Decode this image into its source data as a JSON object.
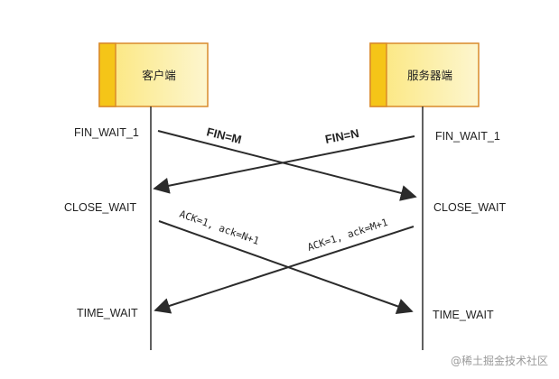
{
  "colors": {
    "box_fill_light": "#FCEFA8",
    "box_fill_strip": "#F5C518",
    "box_border": "#D98A2B",
    "line": "#2b2b2b",
    "watermark": "#9a9a9a"
  },
  "client": {
    "label": "客户端",
    "states": [
      "FIN_WAIT_1",
      "CLOSE_WAIT",
      "TIME_WAIT"
    ]
  },
  "server": {
    "label": "服务器端",
    "states": [
      "FIN_WAIT_1",
      "CLOSE_WAIT",
      "TIME_WAIT"
    ]
  },
  "messages": [
    {
      "label": "FIN=M",
      "from": "client",
      "to": "server"
    },
    {
      "label": "FIN=N",
      "from": "server",
      "to": "client"
    },
    {
      "label": "ACK=1, ack=N+1",
      "from": "client",
      "to": "server"
    },
    {
      "label": "ACK=1, ack=M+1",
      "from": "server",
      "to": "client"
    }
  ],
  "watermark": "@稀土掘金技术社区"
}
